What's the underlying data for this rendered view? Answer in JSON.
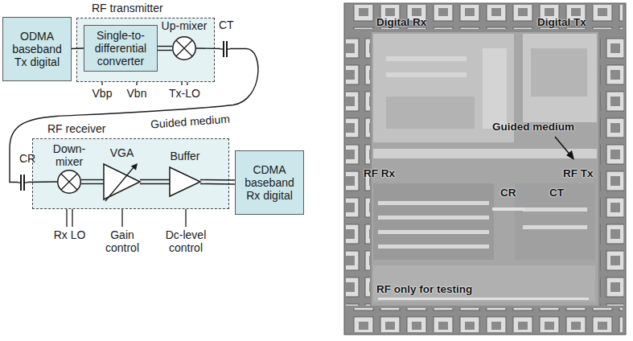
{
  "diagram": {
    "nodes": [
      {
        "text": [
          "ODMA baseband Tx digital"
        ]
      },
      {
        "text": [
          "RF transmitter"
        ]
      },
      {
        "text": [
          "Single-to- differential converter"
        ],
        "in": 1
      },
      {
        "text": [
          "Up-mixer"
        ],
        "in": 1
      },
      {
        "text": [
          "CT"
        ]
      },
      {
        "text": [
          "CR"
        ]
      },
      {
        "text": [
          "RF receiver"
        ]
      },
      {
        "text": [
          "Down- mixer"
        ],
        "in": 6
      },
      {
        "text": [
          "VGA"
        ],
        "in": 6
      },
      {
        "text": [
          "Buffer"
        ],
        "in": 6
      },
      {
        "text": [
          "CDMA baseband Rx digital"
        ]
      }
    ],
    "edges": [
      {
        "from": 0,
        "to": 2,
        "arrow": "none"
      },
      {
        "from": 2,
        "to": 3,
        "arrow": "none"
      },
      {
        "from": 3,
        "to": 4,
        "arrow": "none"
      },
      {
        "from": 4,
        "to": 5,
        "label": "Guided medium",
        "arrow": "none"
      },
      {
        "from": 5,
        "to": 7,
        "arrow": "none"
      },
      {
        "from": 7,
        "to": 8,
        "arrow": "none"
      },
      {
        "from": 8,
        "to": 9,
        "arrow": "none"
      },
      {
        "from": 9,
        "to": 10,
        "arrow": "none"
      }
    ],
    "labels": [
      "Vbp",
      "Vbn",
      "Tx-LO",
      "Rx LO",
      "Gain control",
      "Dc-level control",
      "Digital Rx",
      "Digital Tx",
      "Guided medium",
      "RF Rx",
      "RF Tx",
      "CR",
      "CT",
      "RF only for testing"
    ]
  }
}
